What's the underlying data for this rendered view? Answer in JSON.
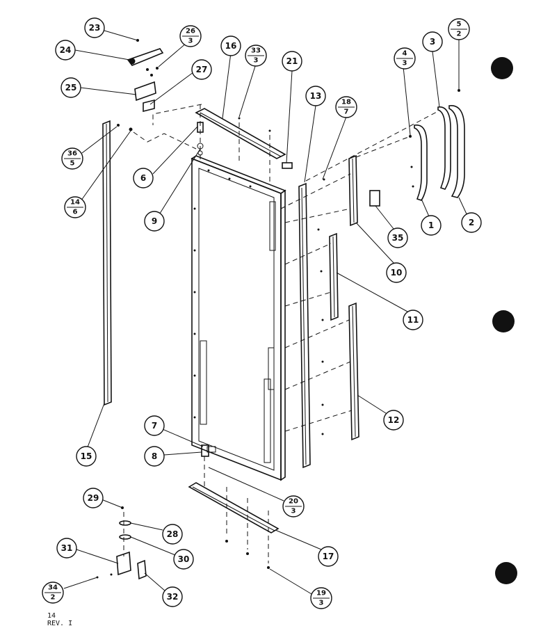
{
  "callouts": [
    {
      "id": "c1",
      "label": "1"
    },
    {
      "id": "c2",
      "label": "2"
    },
    {
      "id": "c3",
      "label": "3"
    },
    {
      "id": "c6",
      "label": "6"
    },
    {
      "id": "c7",
      "label": "7"
    },
    {
      "id": "c8",
      "label": "8"
    },
    {
      "id": "c9",
      "label": "9"
    },
    {
      "id": "c10",
      "label": "10"
    },
    {
      "id": "c11",
      "label": "11"
    },
    {
      "id": "c12",
      "label": "12"
    },
    {
      "id": "c13",
      "label": "13"
    },
    {
      "id": "c15",
      "label": "15"
    },
    {
      "id": "c16",
      "label": "16"
    },
    {
      "id": "c17",
      "label": "17"
    },
    {
      "id": "c21",
      "label": "21"
    },
    {
      "id": "c23",
      "label": "23"
    },
    {
      "id": "c24",
      "label": "24"
    },
    {
      "id": "c25",
      "label": "25"
    },
    {
      "id": "c27",
      "label": "27"
    },
    {
      "id": "c28",
      "label": "28"
    },
    {
      "id": "c29",
      "label": "29"
    },
    {
      "id": "c30",
      "label": "30"
    },
    {
      "id": "c31",
      "label": "31"
    },
    {
      "id": "c32",
      "label": "32"
    },
    {
      "id": "c35",
      "label": "35"
    }
  ],
  "fraction_callouts": [
    {
      "id": "f26",
      "top": "26",
      "bottom": "3"
    },
    {
      "id": "f33",
      "top": "33",
      "bottom": "3"
    },
    {
      "id": "f5",
      "top": "5",
      "bottom": "2"
    },
    {
      "id": "f4",
      "top": "4",
      "bottom": "3"
    },
    {
      "id": "f18",
      "top": "18",
      "bottom": "7"
    },
    {
      "id": "f36",
      "top": "36",
      "bottom": "5"
    },
    {
      "id": "f14",
      "top": "14",
      "bottom": "6"
    },
    {
      "id": "f20",
      "top": "20",
      "bottom": "3"
    },
    {
      "id": "f34",
      "top": "34",
      "bottom": "2"
    },
    {
      "id": "f19",
      "top": "19",
      "bottom": "3"
    }
  ],
  "footer": {
    "page": "14",
    "revision": "REV. I"
  }
}
